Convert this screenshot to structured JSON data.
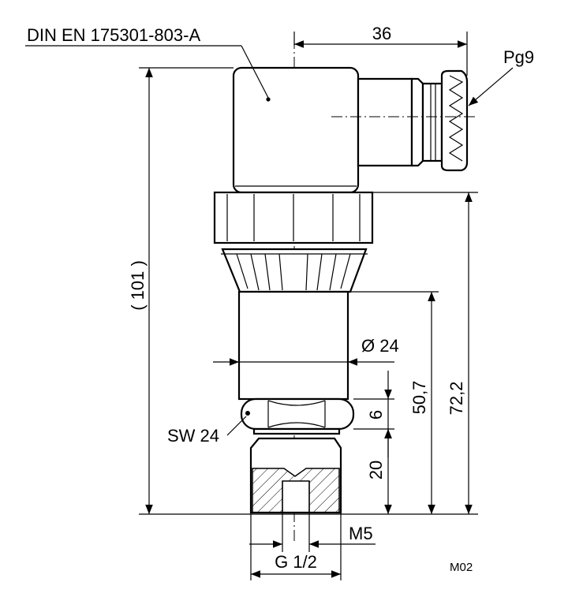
{
  "labels": {
    "standard": "DIN EN 175301-803-A",
    "cable_gland": "Pg9",
    "total_height": "( 101 )",
    "width_top": "36",
    "diameter": "Ø 24",
    "wrench_size": "SW 24",
    "thread_small": "M5",
    "thread_main": "G 1/2",
    "dim_6": "6",
    "dim_20": "20",
    "dim_50_7": "50,7",
    "dim_72_2": "72,2",
    "drawing_id": "M02"
  }
}
